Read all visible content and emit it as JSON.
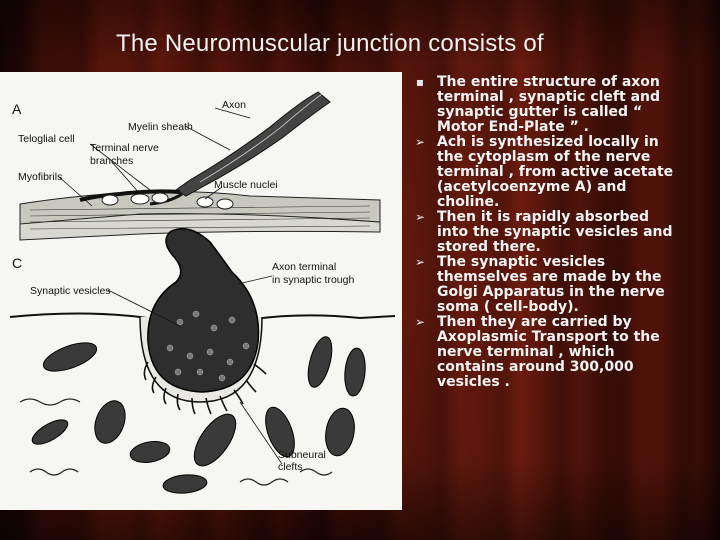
{
  "slide": {
    "title": "The Neuromuscular junction consists of"
  },
  "figure": {
    "panel_a": "A",
    "panel_c": "C",
    "labels": {
      "axon": "Axon",
      "myelin_sheath": "Myelin sheath",
      "teloglial_cell": "Teloglial cell",
      "terminal_nerve_branches_1": "Terminal nerve",
      "terminal_nerve_branches_2": "branches",
      "myofibrils": "Myofibrils",
      "muscle_nuclei": "Muscle nuclei",
      "axon_terminal_1": "Axon terminal",
      "axon_terminal_2": "in synaptic trough",
      "synaptic_vesicles": "Synaptic vesicles",
      "subneural_clefts_1": "Subneural",
      "subneural_clefts_2": "clefts"
    }
  },
  "bullets": [
    {
      "marker": "square-bullet-icon",
      "lines": [
        "The entire structure of axon",
        "terminal , synaptic cleft and",
        "synaptic gutter is called “",
        "Motor End-Plate ” ."
      ]
    },
    {
      "marker": "arrow-bullet-icon",
      "lines": [
        "Ach is synthesized locally in",
        "the cytoplasm of the nerve",
        "terminal , from active acetate",
        "(acetylcoenzyme A) and",
        "choline."
      ]
    },
    {
      "marker": "arrow-bullet-icon",
      "lines": [
        "Then it is rapidly absorbed",
        "into the synaptic vesicles and",
        "stored there."
      ]
    },
    {
      "marker": "arrow-bullet-icon",
      "lines": [
        "The synaptic vesicles",
        "themselves are made by the",
        "Golgi Apparatus in the nerve",
        "soma ( cell-body)."
      ]
    },
    {
      "marker": "arrow-bullet-icon",
      "lines": [
        "Then they are carried by",
        "Axoplasmic Transport to the",
        "nerve terminal , which",
        "contains around 300,000",
        "vesicles ."
      ]
    }
  ]
}
